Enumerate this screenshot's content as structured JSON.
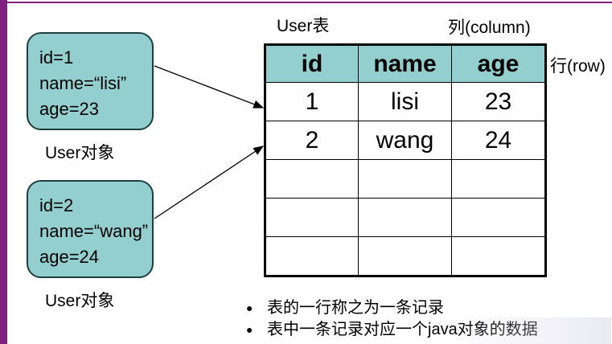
{
  "object1": {
    "lines": [
      "id=1",
      "name=“lisi”",
      "age=23"
    ],
    "label": "User对象"
  },
  "object2": {
    "lines": [
      "id=2",
      "name=“wang”",
      "age=24"
    ],
    "label": "User对象"
  },
  "table": {
    "caption": "User表",
    "column_label": "列(column)",
    "row_label": "行(row)",
    "headers": [
      "id",
      "name",
      "age"
    ],
    "rows": [
      [
        "1",
        "lisi",
        "23"
      ],
      [
        "2",
        "wang",
        "24"
      ],
      [
        "",
        "",
        ""
      ],
      [
        "",
        "",
        ""
      ],
      [
        "",
        "",
        ""
      ]
    ]
  },
  "bullets": [
    "表的一行称之为一条记录",
    "表中一条记录对应一个java对象的数据"
  ],
  "colors": {
    "accent": "#7f1f7f",
    "box_fill": "#93cfcf",
    "header_fill": "#93cfcf"
  }
}
